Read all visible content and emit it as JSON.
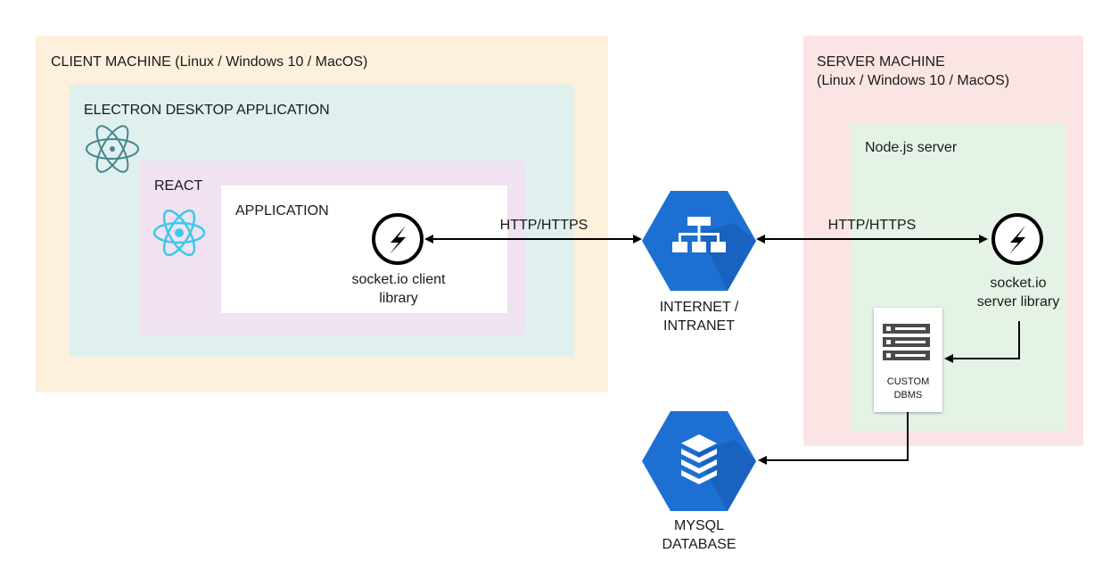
{
  "client": {
    "title": "CLIENT MACHINE  (Linux / Windows 10 / MacOS)",
    "electron_label": "ELECTRON DESKTOP APPLICATION",
    "react_label": "REACT",
    "application_label": "APPLICATION",
    "socket_client_line1": "socket.io client",
    "socket_client_line2": "library"
  },
  "server": {
    "title_line1": "SERVER MACHINE",
    "title_line2": "(Linux / Windows 10 / MacOS)",
    "node_label": "Node.js server",
    "socket_server_line1": "socket.io",
    "socket_server_line2": "server library",
    "dbms_line1": "CUSTOM",
    "dbms_line2": "DBMS"
  },
  "links": {
    "left_protocol": "HTTP/HTTPS",
    "right_protocol": "HTTP/HTTPS"
  },
  "internet": {
    "line1": "INTERNET /",
    "line2": "INTRANET"
  },
  "database": {
    "line1": "MYSQL",
    "line2": "DATABASE"
  },
  "icons": {
    "electron": "electron-atom-icon",
    "react": "react-atom-icon",
    "socket": "socketio-bolt-icon",
    "network": "network-hexagon-icon",
    "database": "database-hexagon-icon",
    "server_rack": "server-rack-icon"
  },
  "colors": {
    "client_bg": "#fdf0dd",
    "electron_bg": "#dff0ef",
    "react_bg": "#f0e2f0",
    "server_bg": "#fbe5e4",
    "node_bg": "#e5f3e6",
    "cloud_blue": "#1e6fd2",
    "react_cyan": "#3ec8ec",
    "electron_teal": "#46858e"
  }
}
